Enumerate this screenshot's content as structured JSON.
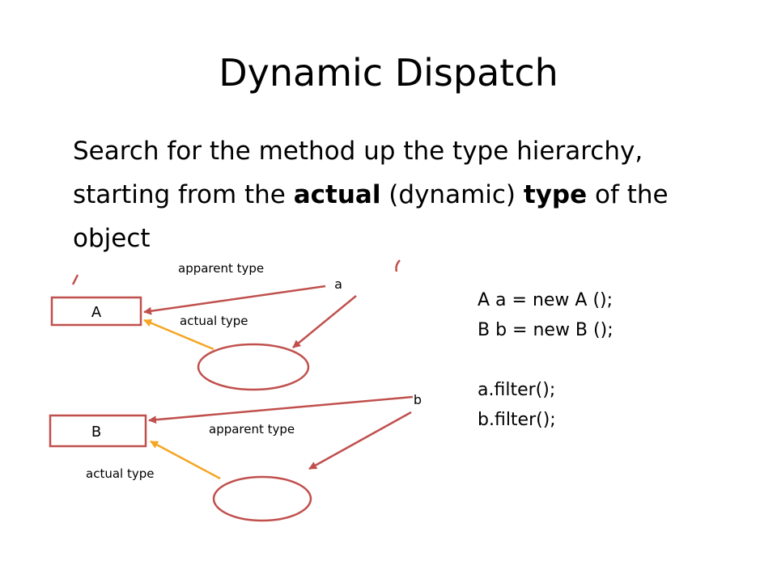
{
  "slide": {
    "title": "Dynamic Dispatch",
    "body": {
      "line1": "Search for the method up the type hierarchy,",
      "line2_prefix": "starting from the ",
      "line2_bold1": "actual",
      "line2_middle": " (dynamic) ",
      "line2_bold2": "type",
      "line2_suffix": " of the",
      "line3": "object"
    }
  },
  "diagram": {
    "class_a": "A",
    "class_b": "B",
    "var_a": "a",
    "var_b": "b",
    "label_a_apparent": "apparent type",
    "label_a_actual": "actual type",
    "label_b_apparent": "apparent type",
    "label_b_actual": "actual type"
  },
  "code": [
    "A a = new A ();",
    "B b = new B ();",
    "",
    "a.filter();",
    "b.filter();"
  ],
  "colors": {
    "box_border": "#C0504D",
    "arrow_red": "#C0504D",
    "arrow_orange": "#F5A623",
    "ellipse_border": "#C0504D"
  }
}
